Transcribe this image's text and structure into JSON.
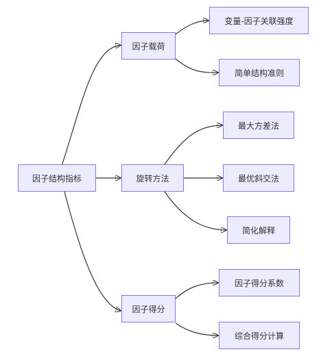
{
  "colors": {
    "node_fill": "#ECECFF",
    "node_border": "#9370DB",
    "edge": "#333333",
    "text": "#333333"
  },
  "nodes": {
    "root": "因子结构指标",
    "loading": "因子载荷",
    "rotation": "旋转方法",
    "score": "因子得分",
    "var_factor": "变量-因子关联强度",
    "simple_structure": "简单结构准则",
    "varimax": "最大方差法",
    "oblique": "最优斜交法",
    "simplify": "简化解释",
    "score_coef": "因子得分系数",
    "composite": "综合得分计算"
  },
  "edges": [
    [
      "root",
      "loading"
    ],
    [
      "root",
      "rotation"
    ],
    [
      "root",
      "score"
    ],
    [
      "loading",
      "var_factor"
    ],
    [
      "loading",
      "simple_structure"
    ],
    [
      "rotation",
      "varimax"
    ],
    [
      "rotation",
      "oblique"
    ],
    [
      "rotation",
      "simplify"
    ],
    [
      "score",
      "score_coef"
    ],
    [
      "score",
      "composite"
    ]
  ]
}
